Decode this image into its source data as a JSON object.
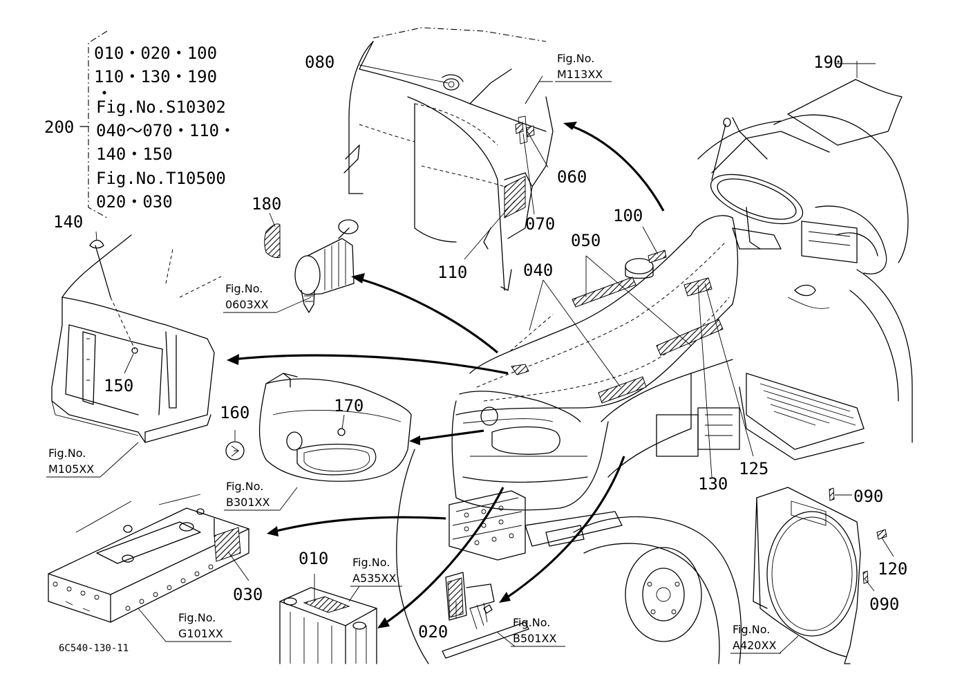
{
  "legend": {
    "part_no": "200",
    "lines": [
      "010・020・100",
      "110・130・190",
      "・",
      "Fig.No.S10302",
      "040～070・110・",
      "140・150",
      "Fig.No.T10500",
      "020・030"
    ]
  },
  "callouts": {
    "c010": "010",
    "c020": "020",
    "c030": "030",
    "c040": "040",
    "c050": "050",
    "c060": "060",
    "c070": "070",
    "c080": "080",
    "c090a": "090",
    "c090b": "090",
    "c100": "100",
    "c110": "110",
    "c120": "120",
    "c125": "125",
    "c130": "130",
    "c140": "140",
    "c150": "150",
    "c160": "160",
    "c170": "170",
    "c180": "180",
    "c190": "190"
  },
  "figrefs": {
    "m113": {
      "label": "Fig.No.",
      "code": "M113XX"
    },
    "f0603": {
      "label": "Fig.No.",
      "code": "0603XX"
    },
    "m105": {
      "label": "Fig.No.",
      "code": "M105XX"
    },
    "b301": {
      "label": "Fig.No.",
      "code": "B301XX"
    },
    "g101": {
      "label": "Fig.No.",
      "code": "G101XX"
    },
    "a535": {
      "label": "Fig.No.",
      "code": "A535XX"
    },
    "b501": {
      "label": "Fig.No.",
      "code": "B501XX"
    },
    "a420": {
      "label": "Fig.No.",
      "code": "A420XX"
    }
  },
  "drawing_code": "6C540-130-11"
}
